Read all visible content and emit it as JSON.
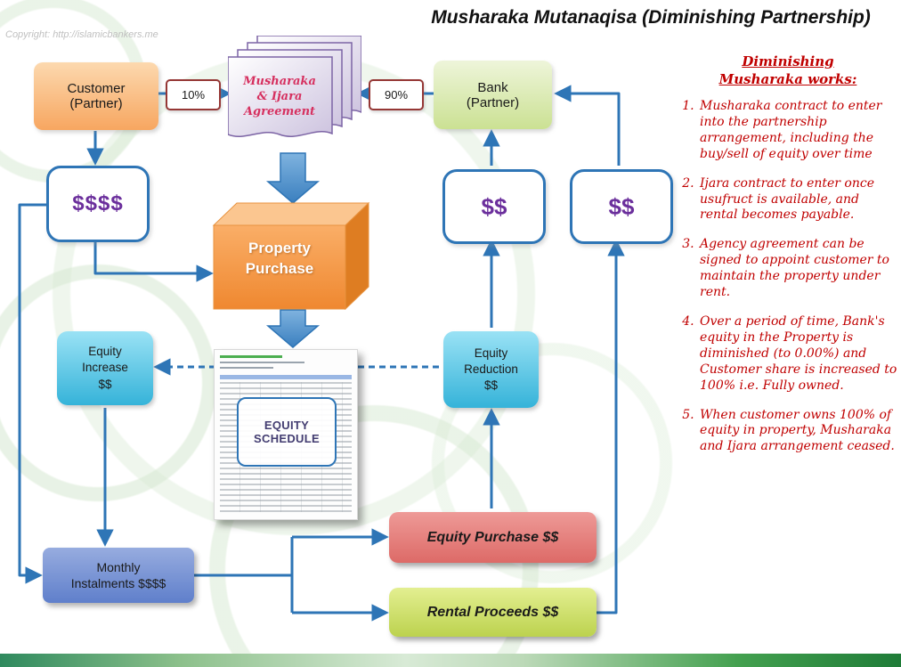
{
  "title": "Musharaka Mutanaqisa (Diminishing Partnership)",
  "copyright": "Copyright: http://islamicbankers.me",
  "nodes": {
    "customer": {
      "label": "Customer (Partner)"
    },
    "customer_share": {
      "label": "10%"
    },
    "agreement": {
      "label": "Musharaka & Ijara Agreement"
    },
    "bank_share": {
      "label": "90%"
    },
    "bank": {
      "label": "Bank (Partner)"
    },
    "customer_capital": {
      "label": "$$$$"
    },
    "bank_capital": {
      "label": "$$"
    },
    "bank_return": {
      "label": "$$"
    },
    "property_purchase": {
      "label": "Property Purchase"
    },
    "equity_increase": {
      "label": "Equity Increase $$"
    },
    "equity_reduction": {
      "label": "Equity Reduction $$"
    },
    "equity_schedule": {
      "label": "EQUITY SCHEDULE"
    },
    "equity_purchase": {
      "label": "Equity Purchase $$"
    },
    "rental_proceeds": {
      "label": "Rental Proceeds $$"
    },
    "monthly_instalments": {
      "label": "Monthly Instalments $$$$"
    }
  },
  "notes": {
    "heading": "Diminishing Musharaka works:",
    "items": [
      "Musharaka contract to enter into the partnership arrangement, including the buy/sell of equity over time",
      "Ijara contract to enter once usufruct is available, and rental becomes payable.",
      "Agency agreement can be signed to appoint customer to maintain the property under rent.",
      "Over a period of time, Bank's equity in the Property is diminished (to 0.00%) and Customer share is increased to 100% i.e. Fully owned.",
      "When customer owns 100% of equity in property, Musharaka and Ijara arrangement ceased."
    ]
  },
  "colors": {
    "arrow_blue": "#2E75B6",
    "note_red": "#C00000",
    "money_purple": "#6B2F9C",
    "customer_orange": "#F7A660",
    "bank_green": "#CBE193",
    "cyan_box": "#35B3D9",
    "equity_purchase_red": "#DD6A67",
    "rental_green": "#BCD24E",
    "instalments_blue": "#5F7FCB",
    "agreement_text": "#D6305F"
  }
}
